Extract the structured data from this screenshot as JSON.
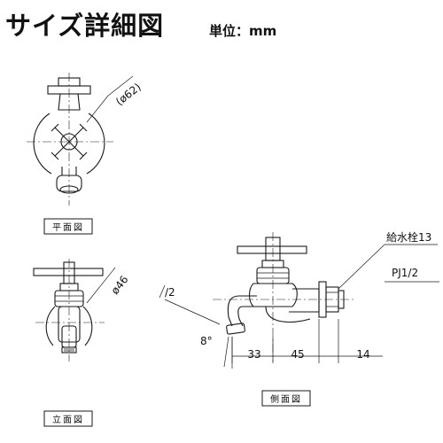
{
  "header": {
    "title": "サイズ詳細図",
    "unit": "単位：mm"
  },
  "views": {
    "plan": "平面図",
    "front": "立面図",
    "side": "側面図"
  },
  "dims": {
    "plan_diameter": "(ø62)",
    "front_diameter": "ø46",
    "slope": "/2",
    "angle": "8°",
    "len_a": "33",
    "len_b": "45",
    "len_c": "14"
  },
  "callouts": {
    "product": "給水栓13",
    "thread": "PJ1/2"
  }
}
